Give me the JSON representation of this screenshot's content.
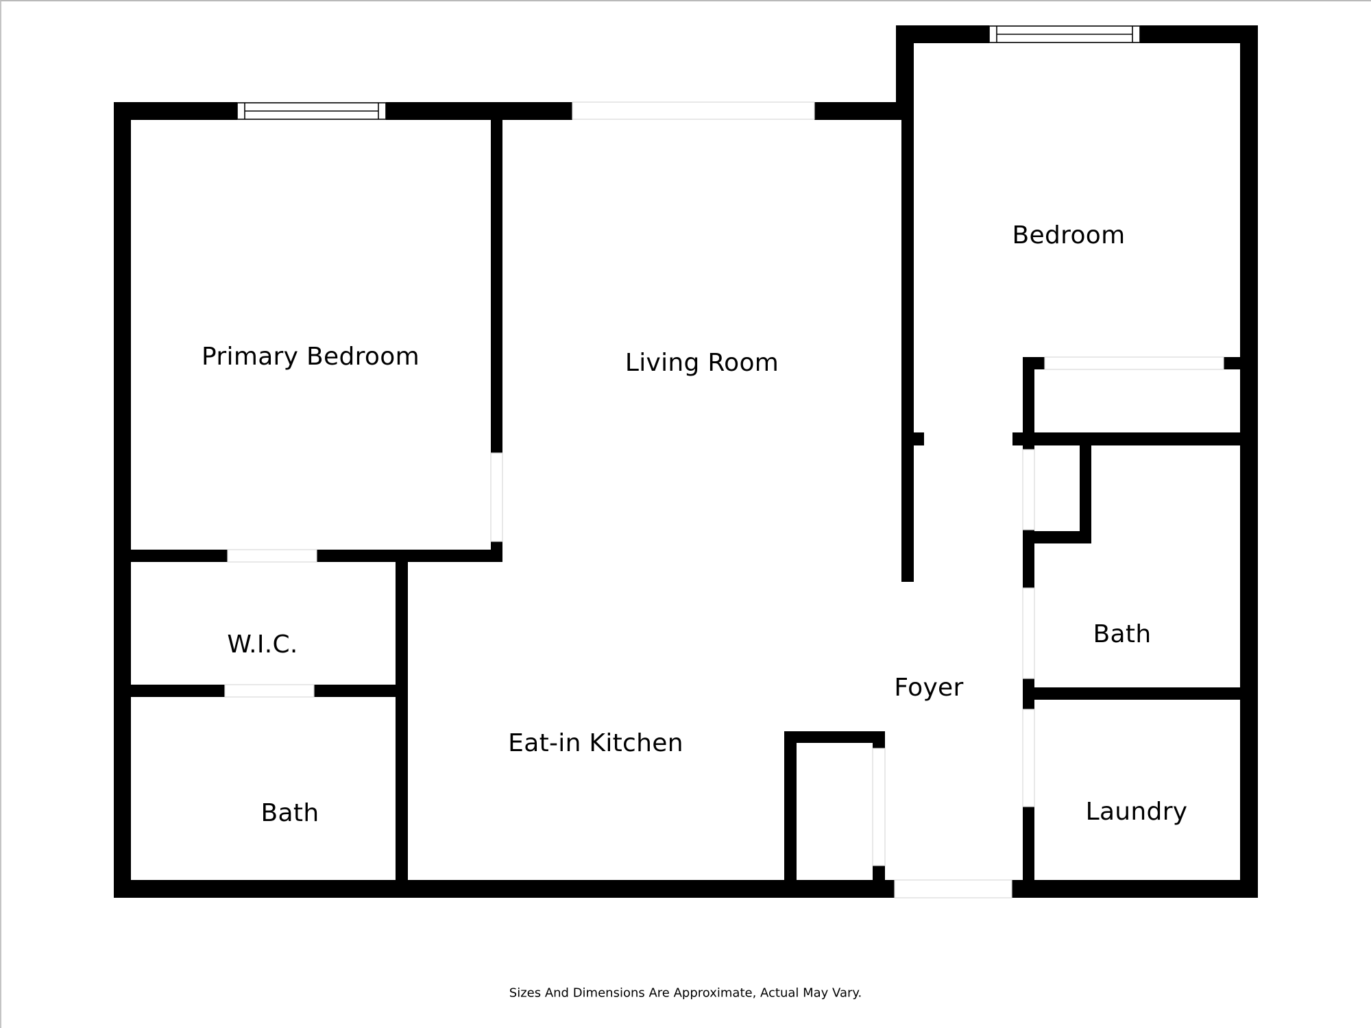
{
  "floor_plan": {
    "rooms": [
      {
        "id": "primary-bedroom",
        "label": "Primary Bedroom"
      },
      {
        "id": "living-room",
        "label": "Living Room"
      },
      {
        "id": "bedroom",
        "label": "Bedroom"
      },
      {
        "id": "wic",
        "label": "W.I.C."
      },
      {
        "id": "bath-primary",
        "label": "Bath"
      },
      {
        "id": "eat-in-kitchen",
        "label": "Eat-in Kitchen"
      },
      {
        "id": "foyer",
        "label": "Foyer"
      },
      {
        "id": "bath-hall",
        "label": "Bath"
      },
      {
        "id": "laundry",
        "label": "Laundry"
      }
    ],
    "wall_color": "#000000",
    "background_color": "#ffffff",
    "footer_note": "Sizes And Dimensions Are Approximate, Actual May Vary."
  }
}
